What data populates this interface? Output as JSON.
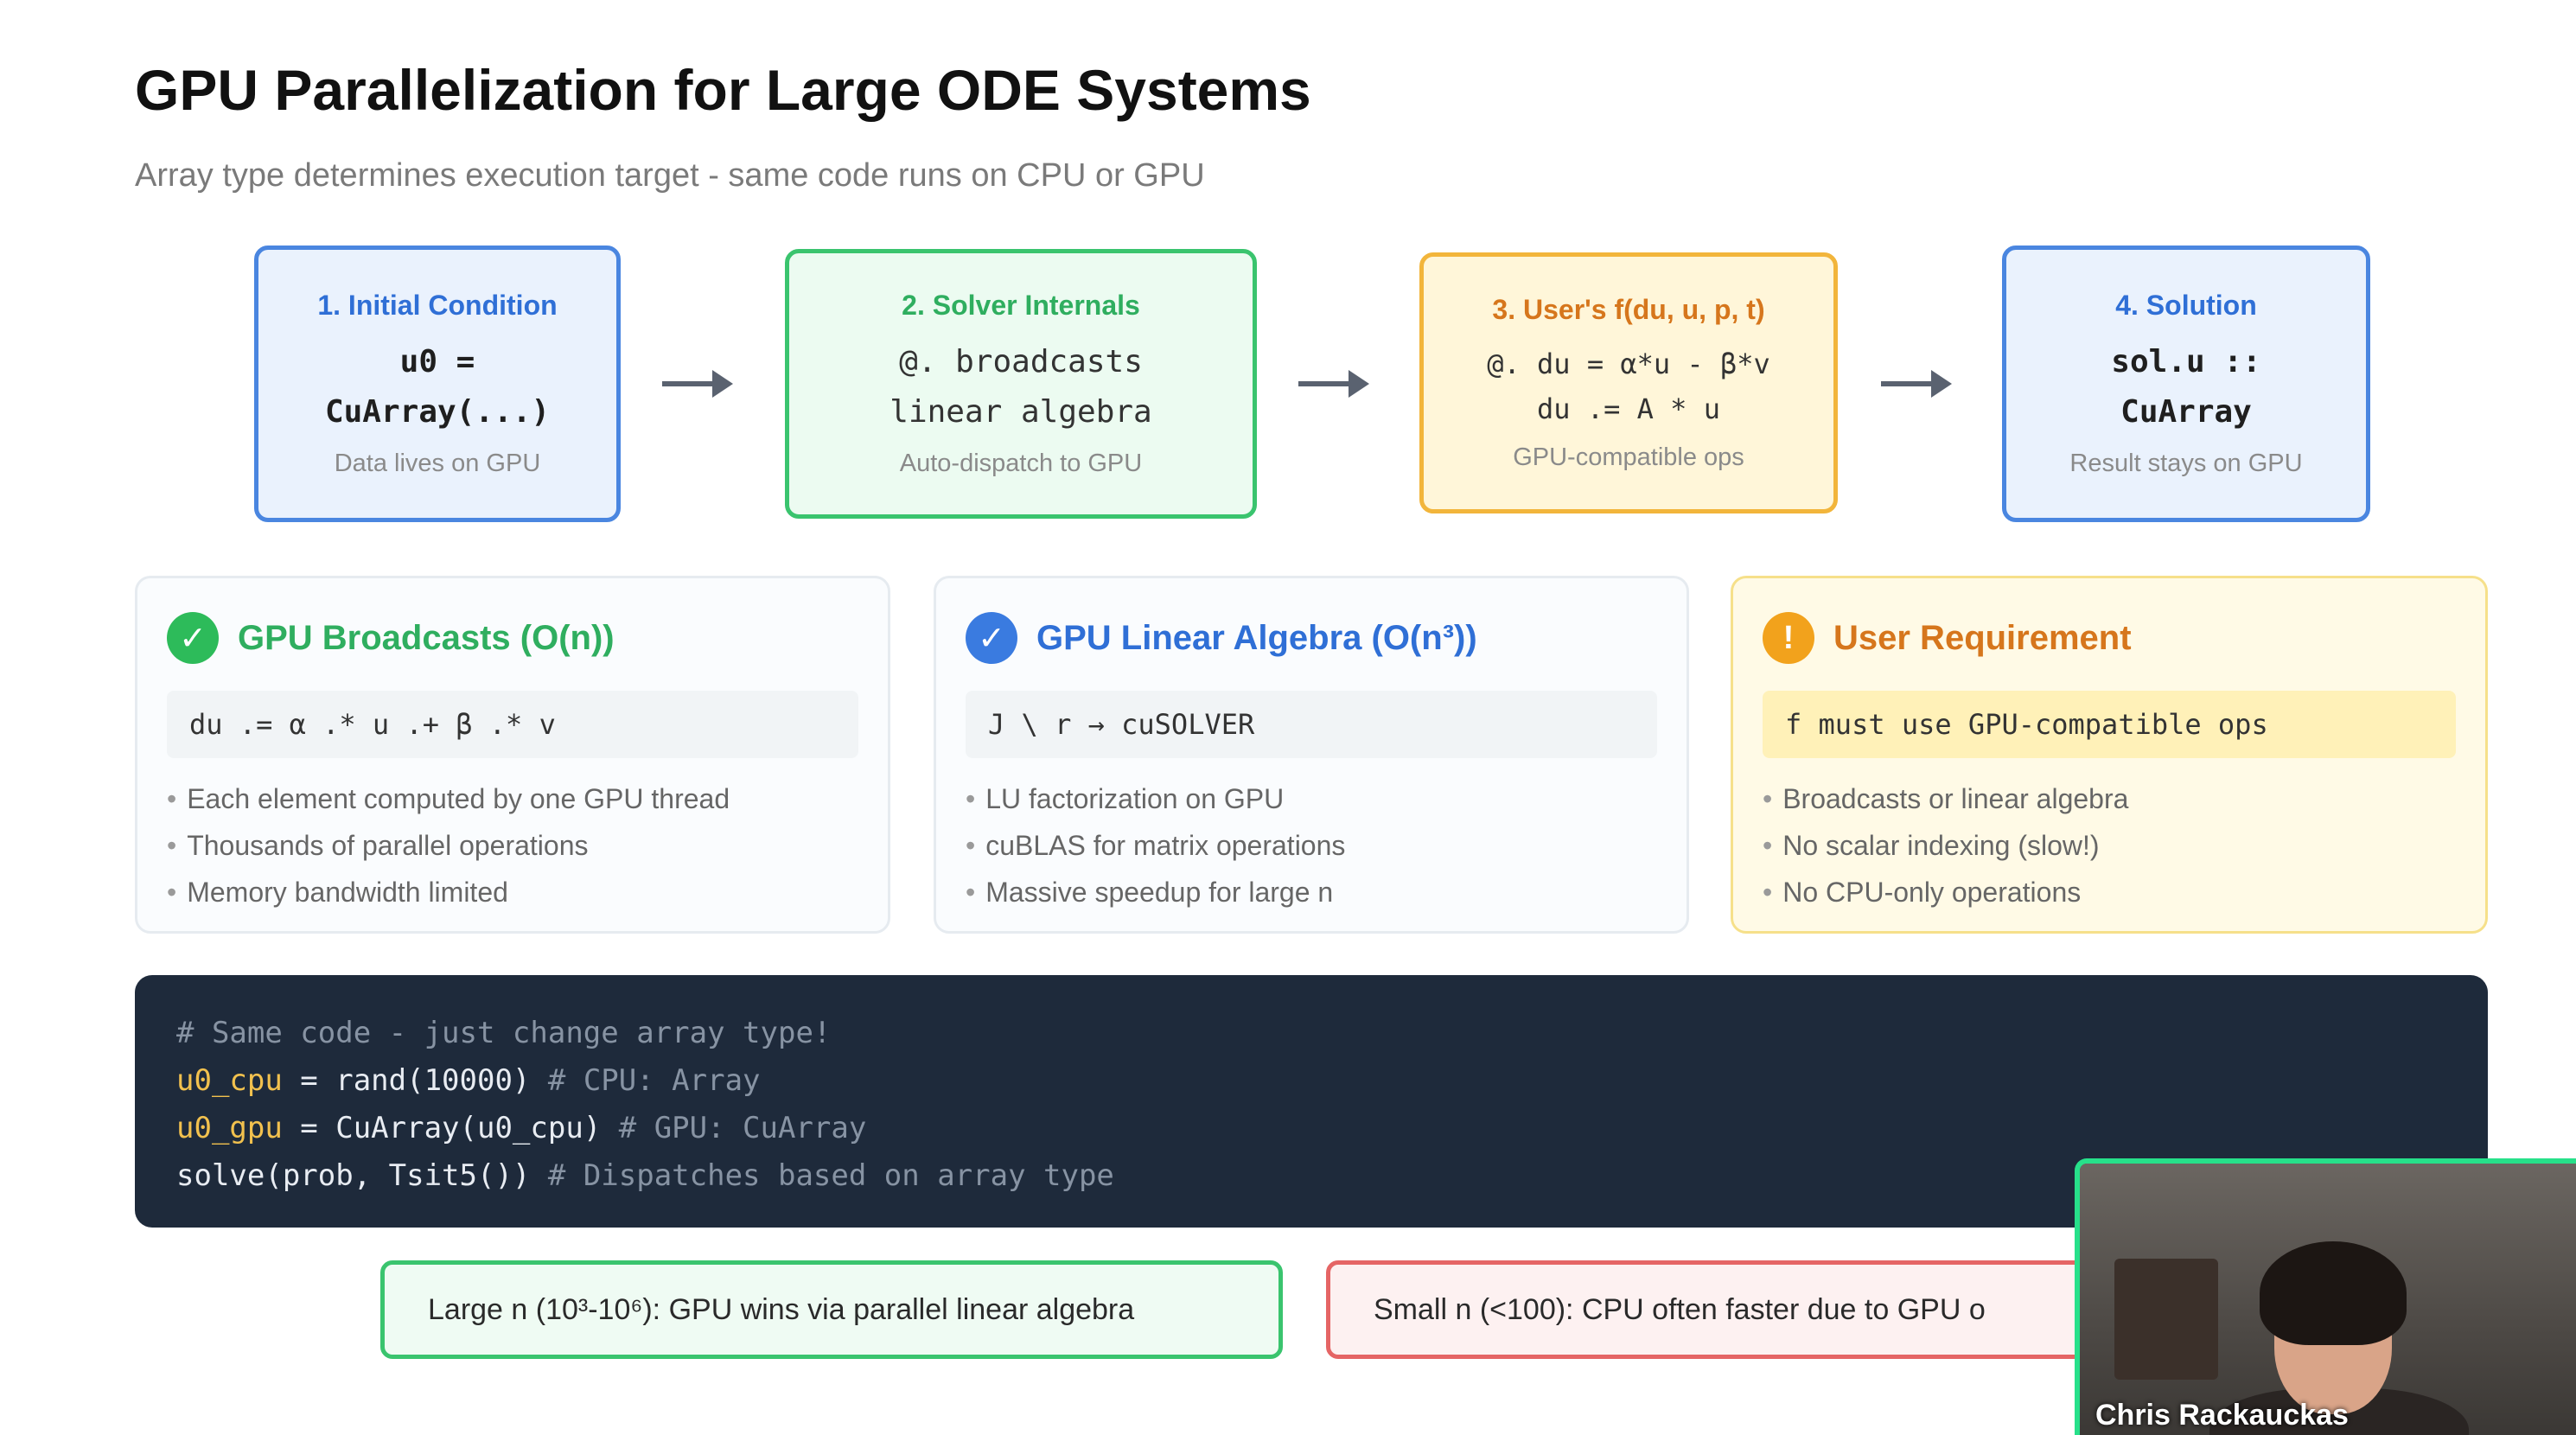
{
  "header": {
    "title": "GPU Parallelization for Large ODE Systems",
    "subtitle": "Array type determines execution target - same code runs on CPU or GPU"
  },
  "steps": [
    {
      "title": "1. Initial Condition",
      "code_lines": [
        "u0 =",
        "CuArray(...)"
      ],
      "note": "Data lives on GPU"
    },
    {
      "title": "2. Solver Internals",
      "code_lines": [
        "@. broadcasts",
        "linear algebra"
      ],
      "note": "Auto-dispatch to GPU"
    },
    {
      "title": "3. User's f(du, u, p, t)",
      "code_lines": [
        "@. du = α*u - β*v",
        "du .= A * u"
      ],
      "note": "GPU-compatible ops"
    },
    {
      "title": "4. Solution",
      "code_lines": [
        "sol.u ::",
        "CuArray"
      ],
      "note": "Result stays on GPU"
    }
  ],
  "cards": [
    {
      "icon": "check-icon",
      "icon_glyph": "✓",
      "title": "GPU Broadcasts (O(n))",
      "code": "du .= α .* u .+ β .* v",
      "bullets": [
        "Each element computed by one GPU thread",
        "Thousands of parallel operations",
        "Memory bandwidth limited"
      ]
    },
    {
      "icon": "check-icon",
      "icon_glyph": "✓",
      "title": "GPU Linear Algebra (O(n³))",
      "code": "J \\ r → cuSOLVER",
      "bullets": [
        "LU factorization on GPU",
        "cuBLAS for matrix operations",
        "Massive speedup for large n"
      ]
    },
    {
      "icon": "exclamation-icon",
      "icon_glyph": "!",
      "title": "User Requirement",
      "code": "f must use GPU-compatible ops",
      "bullets": [
        "Broadcasts or linear algebra",
        "No scalar indexing (slow!)",
        "No CPU-only operations"
      ]
    }
  ],
  "code_block": {
    "line1_comment": "# Same code - just change array type!",
    "line2_var": "u0_cpu",
    "line2_code": " = rand(10000) ",
    "line2_comment": "# CPU: Array",
    "line3_var": "u0_gpu",
    "line3_code": " = CuArray(u0_cpu) ",
    "line3_comment": "# GPU: CuArray",
    "line4_code": "solve(prob, Tsit5()) ",
    "line4_comment": "# Dispatches based on array type"
  },
  "notes": {
    "large": "Large n (10³-10⁶): GPU wins via parallel linear algebra",
    "small": "Small n (<100): CPU often faster due to GPU o"
  },
  "webcam": {
    "label": "Chris Rackauckas"
  },
  "colors": {
    "blue": "#4a86e0",
    "green": "#3ac46e",
    "orange": "#f2b53b",
    "red": "#e56565",
    "code_bg": "#1e2a3b",
    "code_var": "#f2c14e"
  }
}
